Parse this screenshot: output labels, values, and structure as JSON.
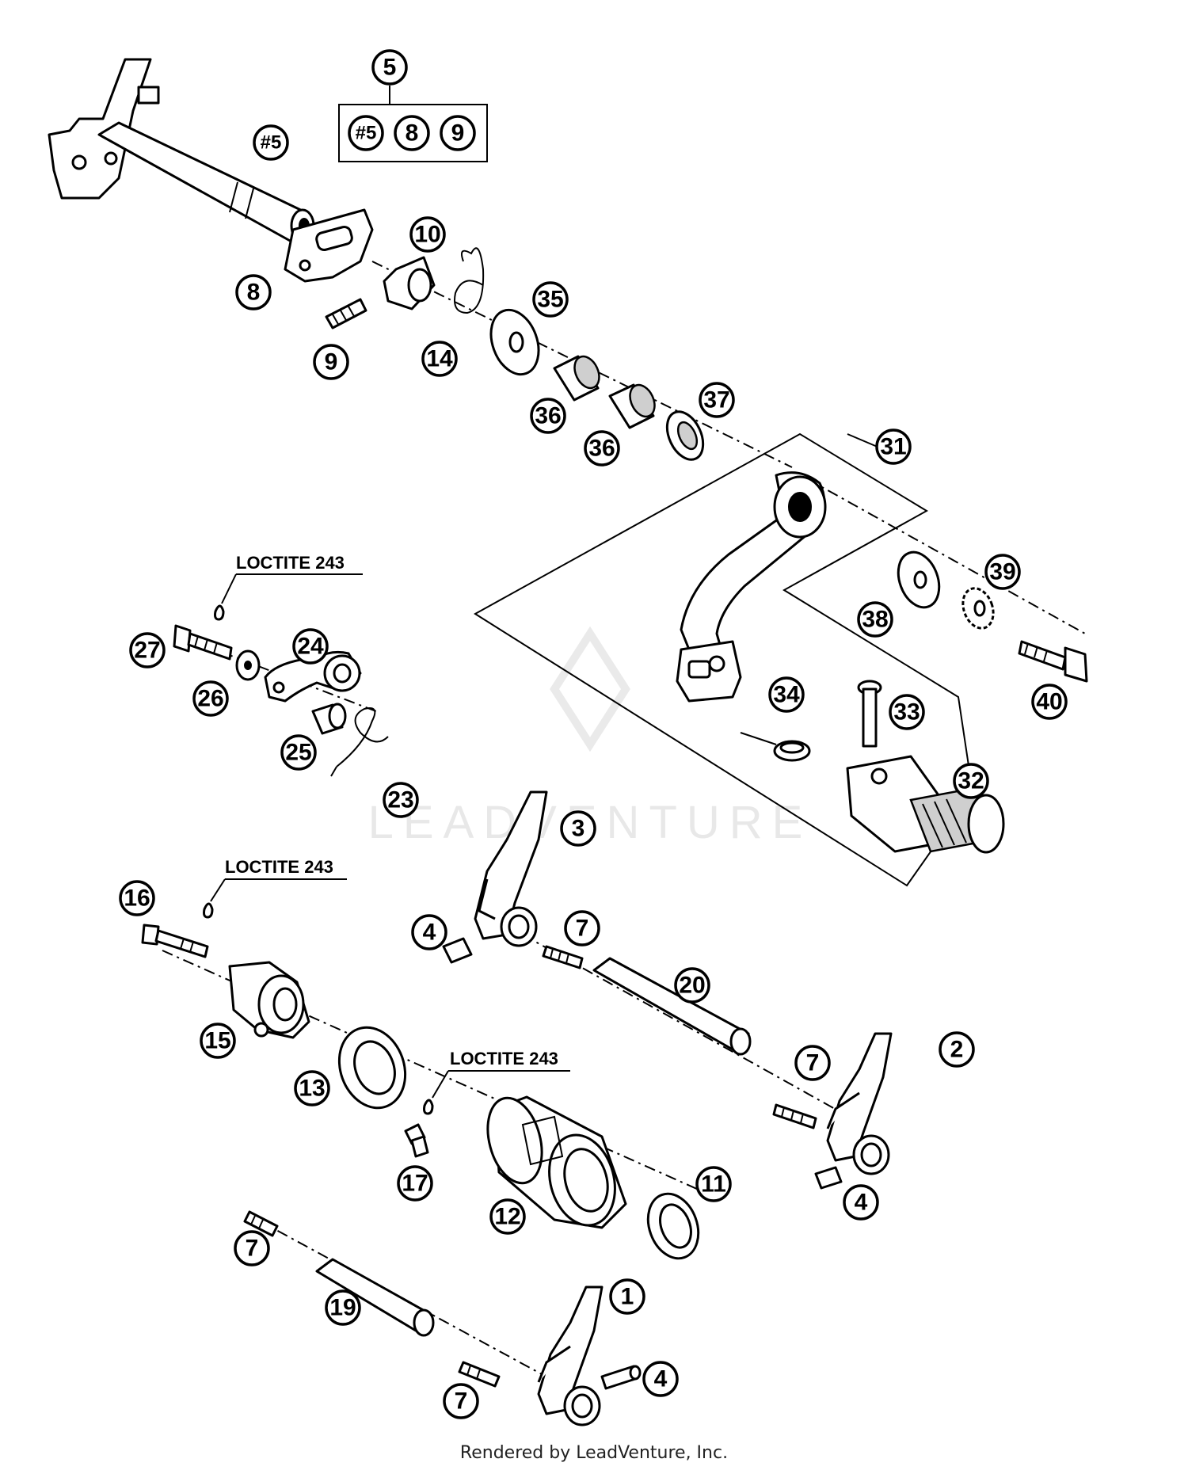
{
  "diagram": {
    "callouts": [
      {
        "id": "c5-top",
        "label": "5"
      },
      {
        "id": "c5-kit-a",
        "label": "#5"
      },
      {
        "id": "c5-kit-b",
        "label": "8"
      },
      {
        "id": "c5-kit-c",
        "label": "9"
      },
      {
        "id": "c5-shaft",
        "label": "#5"
      },
      {
        "id": "c10",
        "label": "10"
      },
      {
        "id": "c8",
        "label": "8"
      },
      {
        "id": "c35",
        "label": "35"
      },
      {
        "id": "c9",
        "label": "9"
      },
      {
        "id": "c14",
        "label": "14"
      },
      {
        "id": "c36a",
        "label": "36"
      },
      {
        "id": "c36b",
        "label": "36"
      },
      {
        "id": "c37",
        "label": "37"
      },
      {
        "id": "c31",
        "label": "31"
      },
      {
        "id": "c39",
        "label": "39"
      },
      {
        "id": "c38",
        "label": "38"
      },
      {
        "id": "c40",
        "label": "40"
      },
      {
        "id": "c34",
        "label": "34"
      },
      {
        "id": "c33",
        "label": "33"
      },
      {
        "id": "c32",
        "label": "32"
      },
      {
        "id": "c27",
        "label": "27"
      },
      {
        "id": "c24",
        "label": "24"
      },
      {
        "id": "c26",
        "label": "26"
      },
      {
        "id": "c25",
        "label": "25"
      },
      {
        "id": "c23",
        "label": "23"
      },
      {
        "id": "c3",
        "label": "3"
      },
      {
        "id": "c16",
        "label": "16"
      },
      {
        "id": "c4a",
        "label": "4"
      },
      {
        "id": "c7a",
        "label": "7"
      },
      {
        "id": "c20",
        "label": "20"
      },
      {
        "id": "c15",
        "label": "15"
      },
      {
        "id": "c2",
        "label": "2"
      },
      {
        "id": "c7b",
        "label": "7"
      },
      {
        "id": "c13",
        "label": "13"
      },
      {
        "id": "c17",
        "label": "17"
      },
      {
        "id": "c11",
        "label": "11"
      },
      {
        "id": "c12",
        "label": "12"
      },
      {
        "id": "c4b",
        "label": "4"
      },
      {
        "id": "c7c",
        "label": "7"
      },
      {
        "id": "c1",
        "label": "1"
      },
      {
        "id": "c19",
        "label": "19"
      },
      {
        "id": "c7d",
        "label": "7"
      },
      {
        "id": "c4c",
        "label": "4"
      }
    ],
    "notes": [
      {
        "id": "loctite-1",
        "text": "LOCTITE 243"
      },
      {
        "id": "loctite-2",
        "text": "LOCTITE 243"
      },
      {
        "id": "loctite-3",
        "text": "LOCTITE 243"
      }
    ],
    "watermark": "LEADVENTURE",
    "footer": "Rendered by LeadVenture, Inc."
  }
}
